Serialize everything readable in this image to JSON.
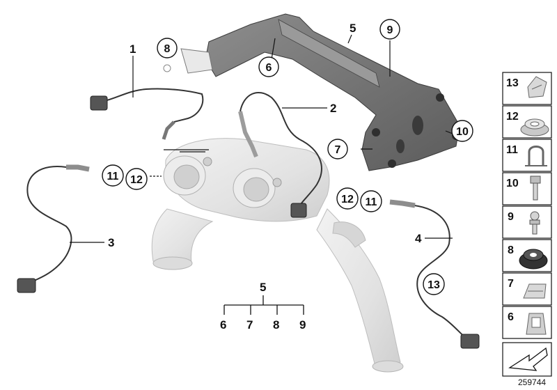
{
  "diagram": {
    "reference_number": "259744",
    "plain_callouts": {
      "c1": "1",
      "c2": "2",
      "c3": "3",
      "c4": "4",
      "c5_top": "5",
      "c5_tree": "5"
    },
    "circled_callouts": {
      "c8": "8",
      "c6": "6",
      "c9": "9",
      "c10": "10",
      "c7": "7",
      "c11_left": "11",
      "c12_left": "12",
      "c12_right": "12",
      "c11_right": "11",
      "c13": "13"
    },
    "tree_children": [
      "6",
      "7",
      "8",
      "9"
    ],
    "side_panel": [
      {
        "number": "13",
        "icon": "clip-icon"
      },
      {
        "number": "12",
        "icon": "grommet-icon"
      },
      {
        "number": "11",
        "icon": "spring-clip-icon"
      },
      {
        "number": "10",
        "icon": "bolt-icon"
      },
      {
        "number": "9",
        "icon": "ball-stud-icon"
      },
      {
        "number": "8",
        "icon": "rubber-bushing-icon"
      },
      {
        "number": "7",
        "icon": "clamp-icon"
      },
      {
        "number": "6",
        "icon": "nut-clip-icon"
      },
      {
        "number": "",
        "icon": "arrow-icon"
      }
    ],
    "colors": {
      "line": "#111111",
      "catalyst": "#e6e6e6",
      "bracket": "#6f6f6f",
      "cable": "#333333",
      "sensor": "#bdbdbd"
    }
  }
}
